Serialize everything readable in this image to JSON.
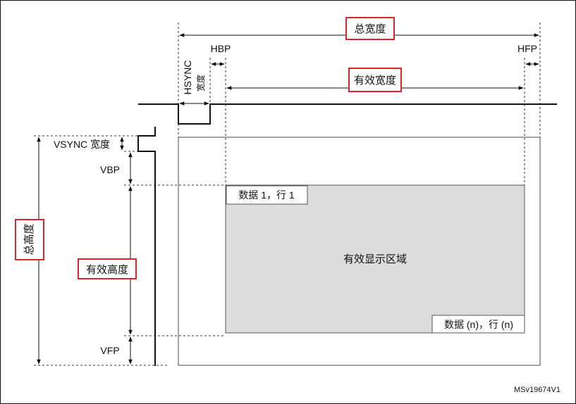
{
  "labels": {
    "total_width": "总宽度",
    "hbp": "HBP",
    "hfp": "HFP",
    "active_width": "有效宽度",
    "hsync": "HSYNC",
    "hsync_width": "宽度",
    "vsync_width": "VSYNC 宽度",
    "vbp": "VBP",
    "total_height": "总高度",
    "active_height": "有效高度",
    "vfp": "VFP",
    "data_first": "数据 1，行 1",
    "active_area": "有效显示区域",
    "data_last": "数据 (n)，行 (n)",
    "ref_code": "MSv19674V1"
  },
  "colors": {
    "highlight_box": "#d9262b",
    "active_area_fill": "#dcdcdc",
    "line": "#111111"
  }
}
